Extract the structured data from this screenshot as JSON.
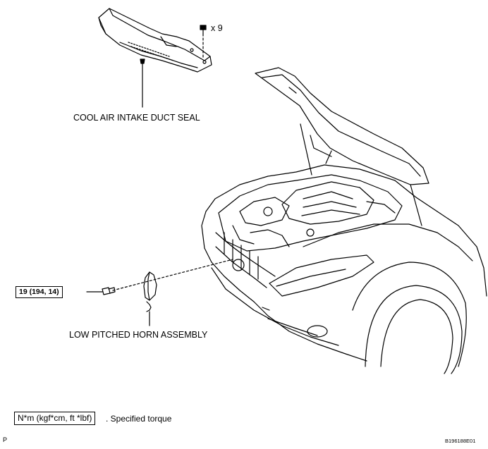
{
  "labels": {
    "bolt_count": "x 9",
    "cool_air_seal": "COOL AIR INTAKE DUCT SEAL",
    "horn": "LOW PITCHED HORN ASSEMBLY",
    "torque_value": "19 (194, 14)"
  },
  "legend": {
    "unit": "N*m (kgf*cm, ft *lbf)",
    "description": ". Specified torque"
  },
  "footer": {
    "corner_mark": "P",
    "figure_code": "B196188E01"
  }
}
